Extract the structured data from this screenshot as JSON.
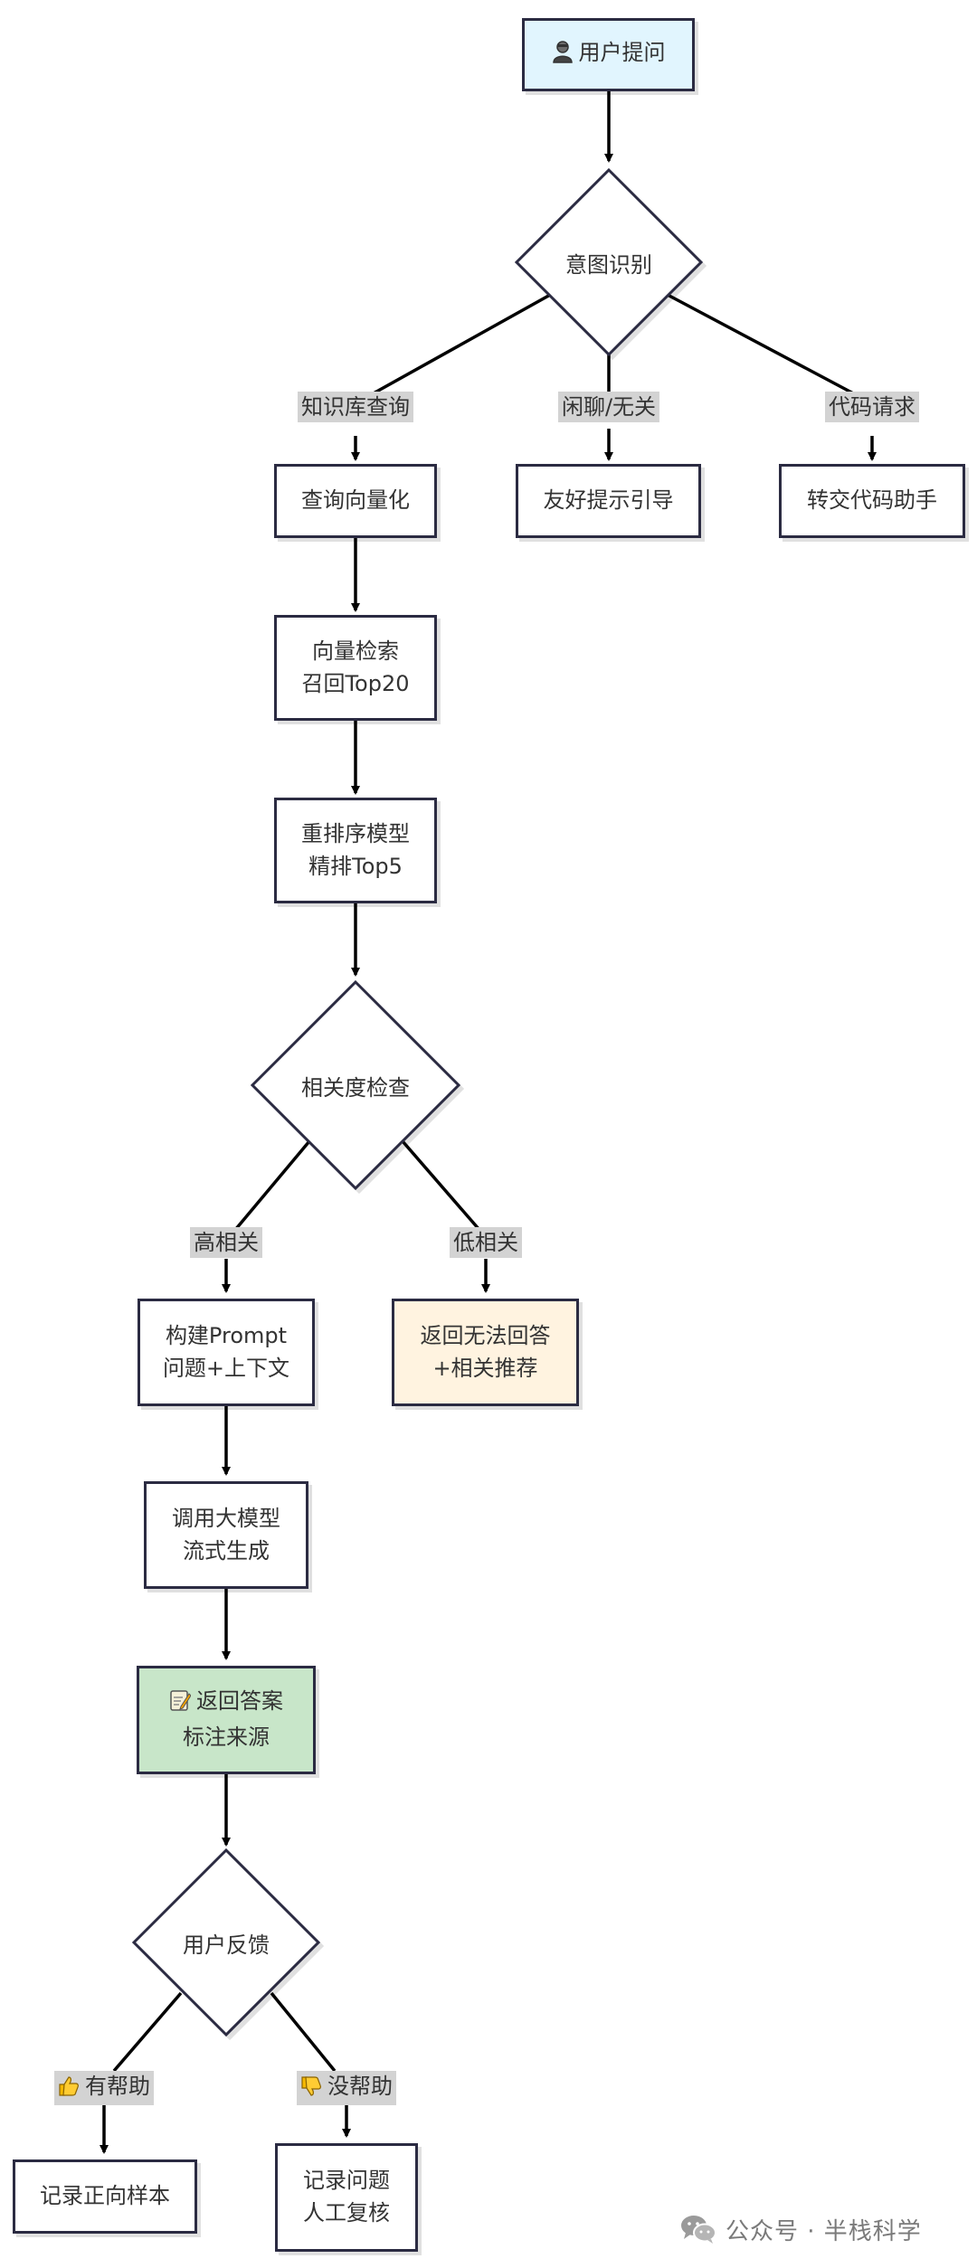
{
  "nodes": {
    "user_question": "用户提问",
    "intent": "意图识别",
    "query_vectorize": "查询向量化",
    "friendly_hint": "友好提示引导",
    "code_assistant": "转交代码助手",
    "vector_search_l1": "向量检索",
    "vector_search_l2": "召回Top20",
    "rerank_l1": "重排序模型",
    "rerank_l2": "精排Top5",
    "relevance": "相关度检查",
    "prompt_l1": "构建Prompt",
    "prompt_l2": "问题+上下文",
    "no_answer_l1": "返回无法回答",
    "no_answer_l2": "+相关推荐",
    "llm_l1": "调用大模型",
    "llm_l2": "流式生成",
    "answer_l1": "返回答案",
    "answer_l2": "标注来源",
    "feedback": "用户反馈",
    "positive": "记录正向样本",
    "issue_l1": "记录问题",
    "issue_l2": "人工复核"
  },
  "edges": {
    "kb_query": "知识库查询",
    "chitchat": "闲聊/无关",
    "code_request": "代码请求",
    "high_rel": "高相关",
    "low_rel": "低相关",
    "helpful": "有帮助",
    "not_helpful": "没帮助"
  },
  "icons": {
    "user": "user-icon",
    "memo": "memo-icon",
    "thumbs_up": "thumbs-up-icon",
    "thumbs_down": "thumbs-down-icon",
    "wechat": "wechat-icon"
  },
  "colors": {
    "start_fill": "#e1f5fe",
    "warn_fill": "#fff3e0",
    "success_fill": "#c8e6c9",
    "stroke": "#2b2b42",
    "edge_label_bg": "#d3d3d3"
  },
  "watermark": "公众号 · 半栈科学"
}
